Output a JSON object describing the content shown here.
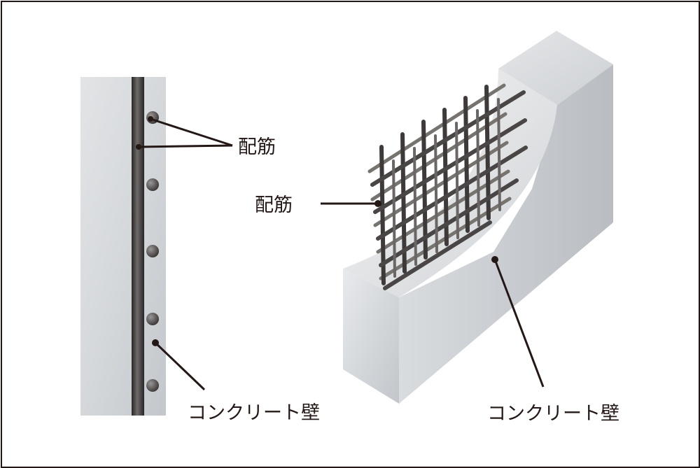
{
  "diagram": {
    "section_view": {
      "rebar_label": "配筋",
      "wall_label": "コンクリート壁"
    },
    "iso_view": {
      "rebar_label": "配筋",
      "wall_label": "コンクリート壁"
    },
    "colors": {
      "line": "#231815",
      "concrete_light": "#eef0f1",
      "concrete_dark": "#bcc0c4",
      "rebar": "#3e3a39"
    }
  }
}
